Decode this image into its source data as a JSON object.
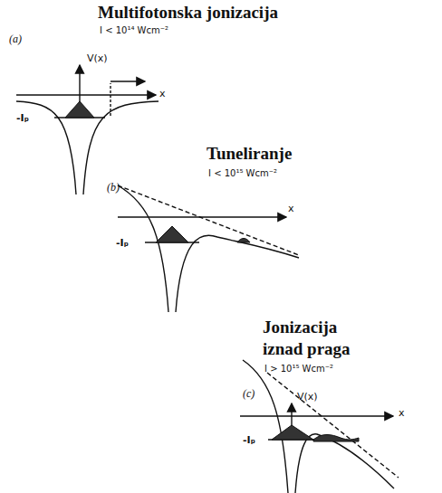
{
  "diagram": {
    "labels": [
      "(a)",
      "Multifotonska jonizacija",
      "I < 10¹⁴ Wcm⁻²",
      "V(x)",
      "x",
      "-Iₚ",
      "(b)",
      "Tuneliranje",
      "I < 10¹⁵ Wcm⁻²",
      "x",
      "-Iₚ",
      "Jonizacija iznad praga",
      "I > 10¹⁵ Wcm⁻²",
      "(c)",
      "V(x)",
      "x",
      "-Iₚ"
    ]
  }
}
